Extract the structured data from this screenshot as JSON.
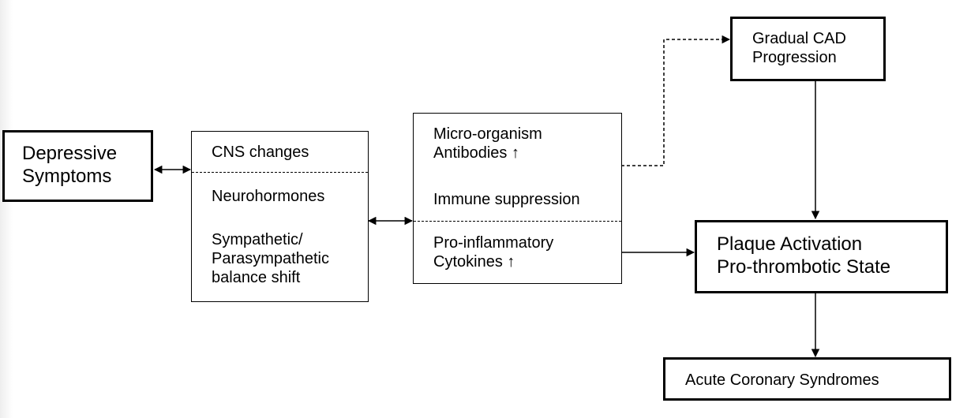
{
  "nodes": {
    "depressive": {
      "label": "Depressive\nSymptoms"
    },
    "cns": {
      "cns_changes": "CNS changes",
      "neurohormones": "Neurohormones",
      "balance": "Sympathetic/\nParasympathetic\nbalance shift"
    },
    "immune": {
      "antibodies": "Micro-organism\nAntibodies ↑",
      "suppression": "Immune suppression",
      "cytokines": "Pro-inflammatory\nCytokines ↑"
    },
    "cad": {
      "label": "Gradual CAD\nProgression"
    },
    "plaque": {
      "label": "Plaque Activation\nPro-thrombotic State"
    },
    "acs": {
      "label": "Acute Coronary Syndromes"
    }
  }
}
